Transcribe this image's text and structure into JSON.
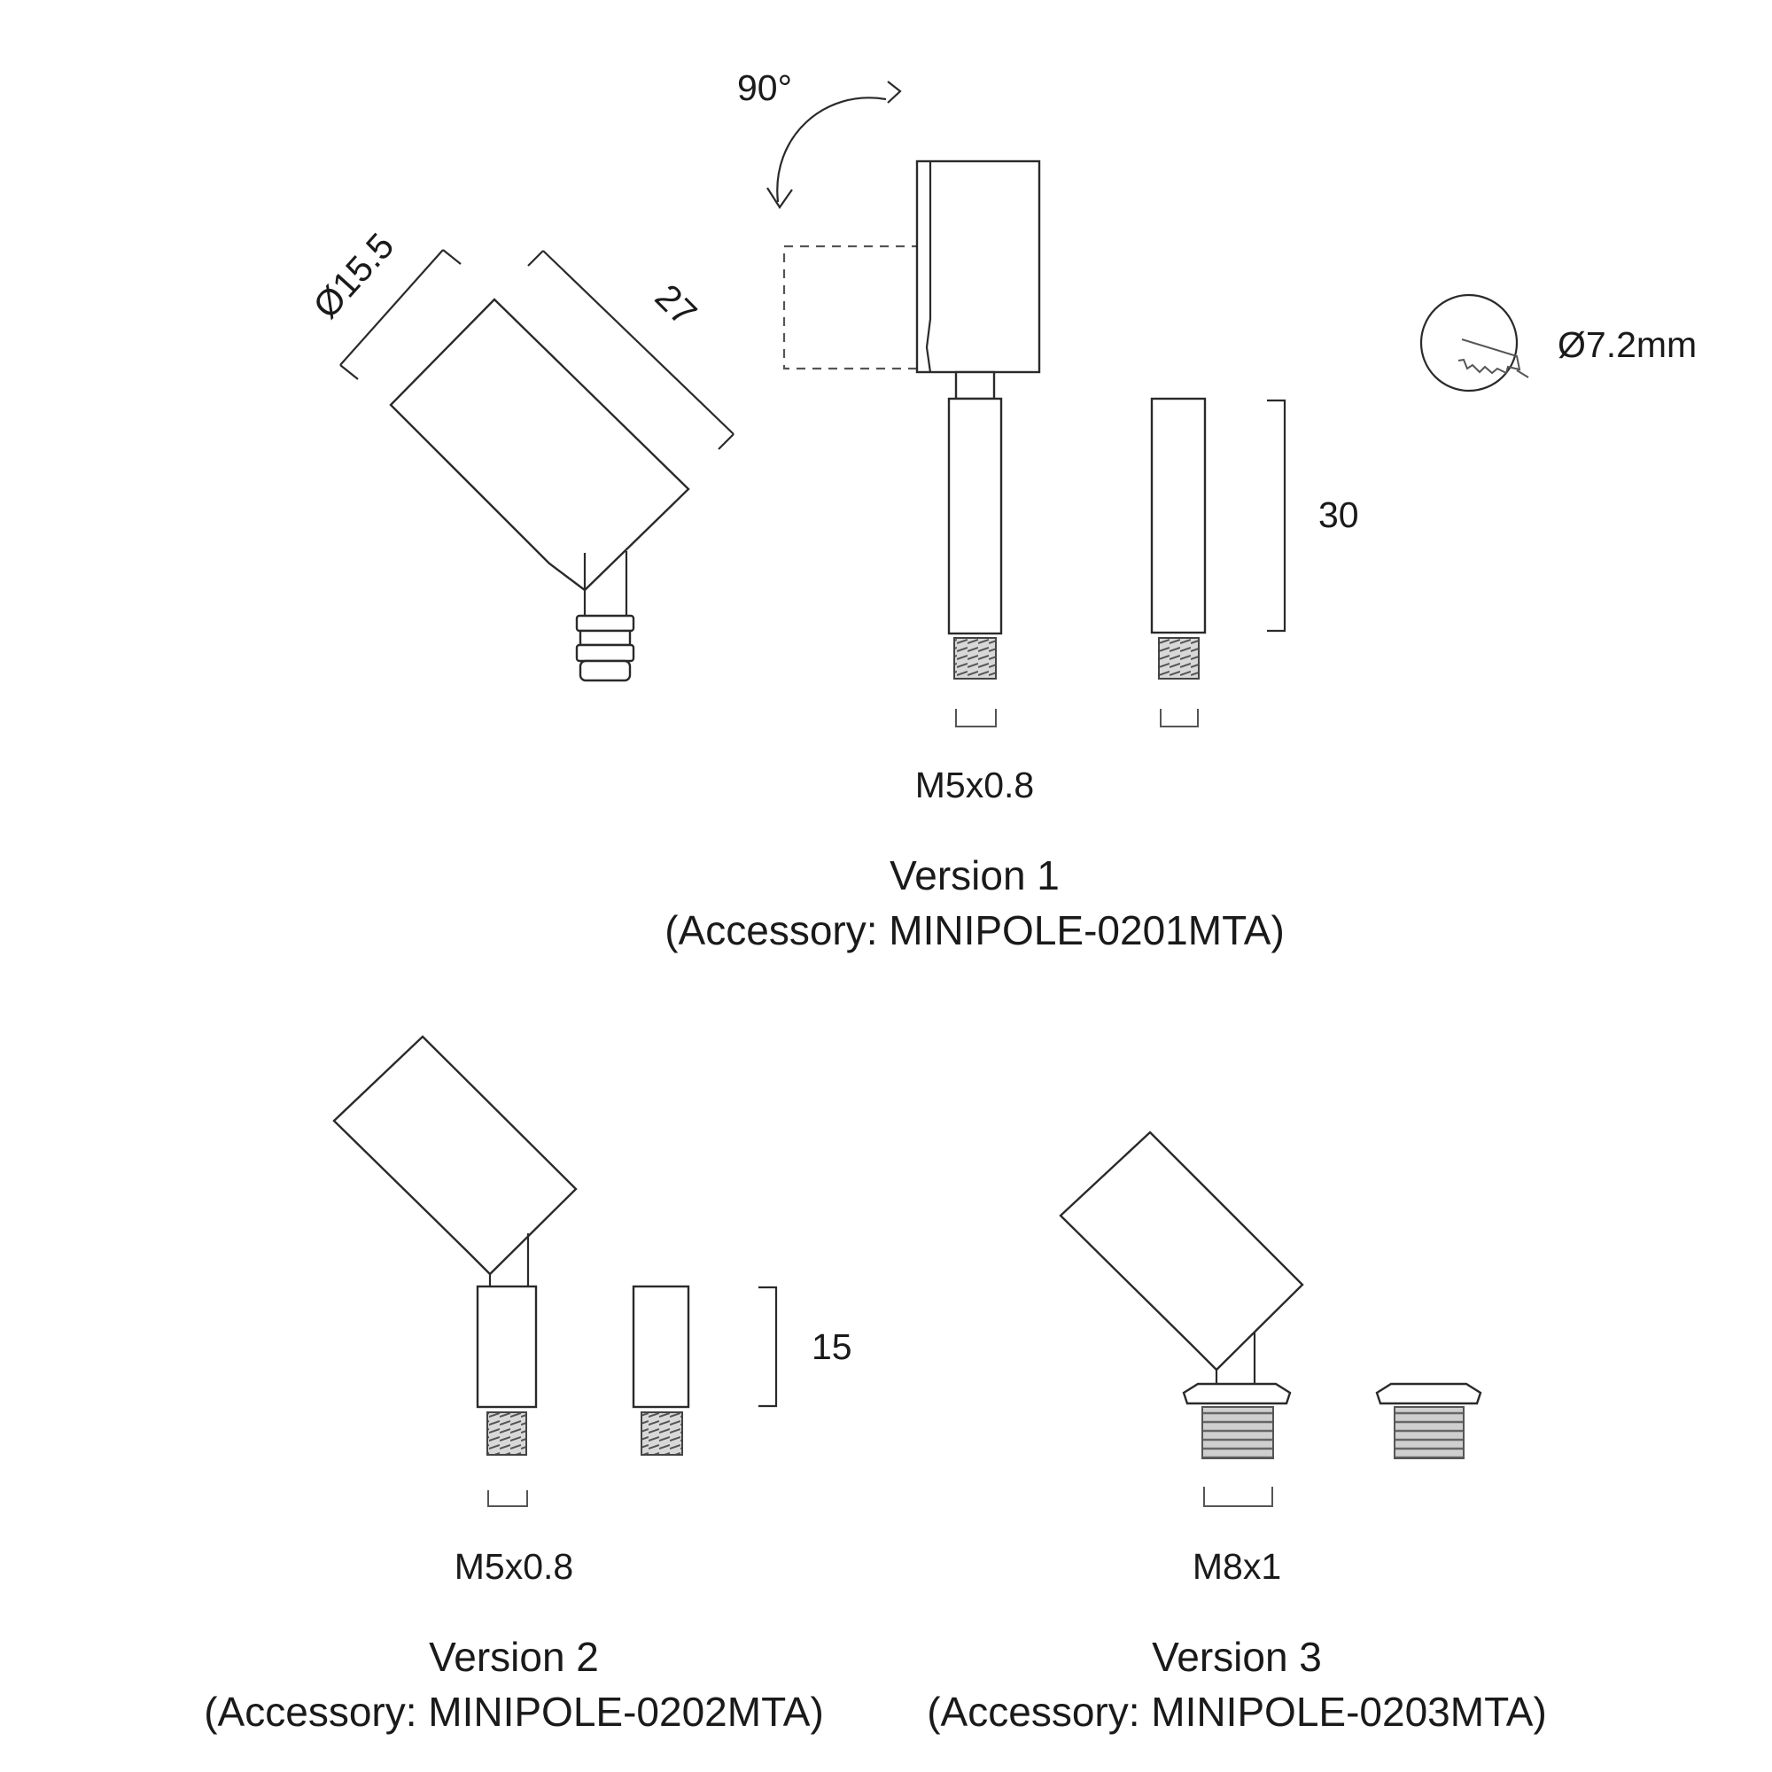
{
  "dimensions": {
    "diameter_head": "Ø15.5",
    "head_length": "27",
    "rotation": "90°",
    "hole_diameter": "Ø7.2mm",
    "pole_length_v1": "30",
    "pole_length_v2": "15"
  },
  "versions": [
    {
      "thread": "M5x0.8",
      "title": "Version 1",
      "accessory": "(Accessory: MINIPOLE-0201MTA)"
    },
    {
      "thread": "M5x0.8",
      "title": "Version 2",
      "accessory": "(Accessory: MINIPOLE-0202MTA)"
    },
    {
      "thread": "M8x1",
      "title": "Version 3",
      "accessory": "(Accessory: MINIPOLE-0203MTA)"
    }
  ],
  "colors": {
    "line": "#2a2a2a",
    "background": "#ffffff"
  }
}
